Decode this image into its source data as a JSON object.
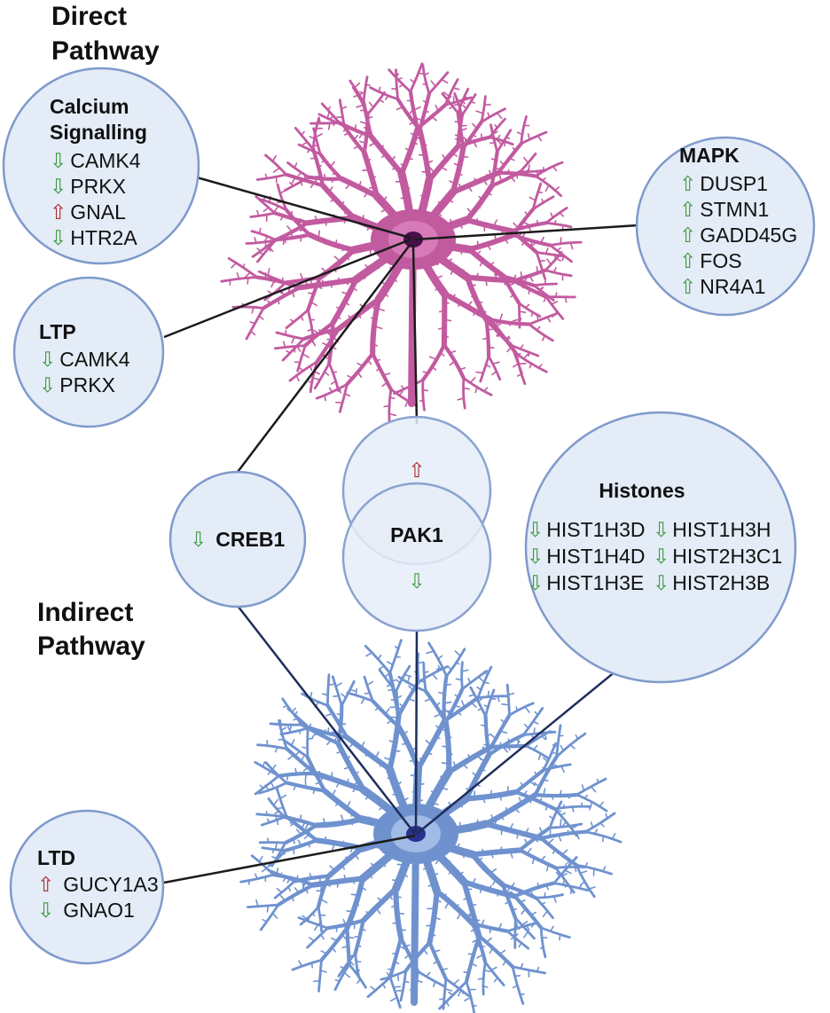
{
  "titles": {
    "direct": [
      "Direct",
      "Pathway"
    ],
    "indirect": [
      "Indirect",
      "Pathway"
    ]
  },
  "calcium": {
    "heading": [
      "Calcium",
      "Signalling"
    ],
    "genes": [
      {
        "arrow": "⇩",
        "name": "CAMK4",
        "direction": "down"
      },
      {
        "arrow": "⇩",
        "name": "PRKX",
        "direction": "down"
      },
      {
        "arrow": "⇧",
        "name": "GNAL",
        "direction": "up"
      },
      {
        "arrow": "⇩",
        "name": "HTR2A",
        "direction": "down"
      }
    ]
  },
  "ltp": {
    "heading": "LTP",
    "genes": [
      {
        "arrow": "⇩",
        "name": "CAMK4",
        "direction": "down"
      },
      {
        "arrow": "⇩",
        "name": "PRKX",
        "direction": "down"
      }
    ]
  },
  "mapk": {
    "heading": "MAPK",
    "genes": [
      {
        "arrow": "⇧",
        "name": "DUSP1",
        "direction": "up"
      },
      {
        "arrow": "⇧",
        "name": "STMN1",
        "direction": "up"
      },
      {
        "arrow": "⇧",
        "name": "GADD45G",
        "direction": "up"
      },
      {
        "arrow": "⇧",
        "name": "FOS",
        "direction": "up"
      },
      {
        "arrow": "⇧",
        "name": "NR4A1",
        "direction": "up"
      }
    ]
  },
  "creb1": {
    "arrow": "⇩",
    "name": "CREB1",
    "direction": "down"
  },
  "pak1": {
    "name": "PAK1",
    "direct_arrow": "⇧",
    "indirect_arrow": "⇩"
  },
  "histones": {
    "heading": "Histones",
    "genes": [
      {
        "arrow": "⇩",
        "name": "HIST1H3D",
        "direction": "down"
      },
      {
        "arrow": "⇩",
        "name": "HIST1H3H",
        "direction": "down"
      },
      {
        "arrow": "⇩",
        "name": "HIST1H4D",
        "direction": "down"
      },
      {
        "arrow": "⇩",
        "name": "HIST2H3C1",
        "direction": "down"
      },
      {
        "arrow": "⇩",
        "name": "HIST1H3E",
        "direction": "down"
      },
      {
        "arrow": "⇩",
        "name": "HIST2H3B",
        "direction": "down"
      }
    ]
  },
  "ltd": {
    "heading": "LTD",
    "genes": [
      {
        "arrow": "⇧",
        "name": "GUCY1A3",
        "direction": "up"
      },
      {
        "arrow": "⇩",
        "name": "GNAO1",
        "direction": "down"
      }
    ]
  },
  "colors": {
    "direct_neuron": "#c25aa0",
    "direct_neuron_body": "#d67bb8",
    "direct_nucleus": "#4a0f4a",
    "indirect_neuron": "#6f92cf",
    "indirect_neuron_body": "#9fbbe6",
    "indirect_nucleus": "#2a2f8f",
    "bubble_fill": "#e4ecf7",
    "bubble_stroke": "#7f9acb",
    "arrow_up": "#b32a2a",
    "arrow_down": "#3f9a3f"
  }
}
